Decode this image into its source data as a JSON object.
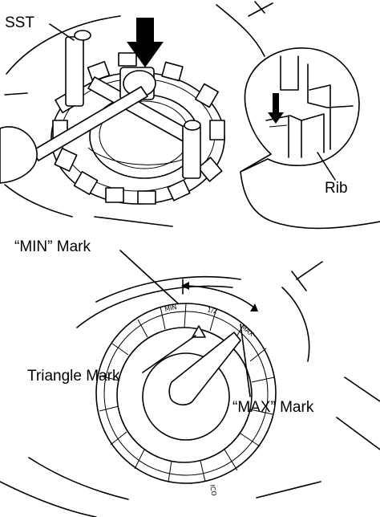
{
  "labels": {
    "sst": "SST",
    "rib": "Rib",
    "min_mark": "“MIN” Mark",
    "triangle_mark": "Triangle Mark",
    "max_mark": "“MAX” Mark"
  },
  "dial_text": {
    "min": "MIN",
    "mid": "1/2",
    "max": "MAX",
    "ico": "ICO"
  }
}
